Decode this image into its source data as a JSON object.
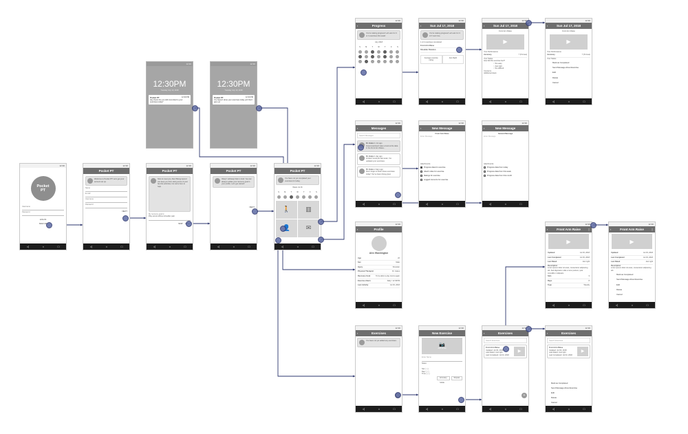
{
  "app": {
    "name": "Pocket PT",
    "time": "12:30PM",
    "date_line": "Tuesday July 10, 2018",
    "status_clock": "12:30"
  },
  "notifications": [
    {
      "title": "Pocket PT",
      "time": "12:30 PM",
      "text": "Hey there! Are you still committed to your exercises today?"
    },
    {
      "title": "Pocket PT",
      "time": "12:30 PM",
      "text": "You haven't done your exercises today yet! Don't give up!"
    }
  ],
  "login": {
    "logo_line1": "Pocket",
    "logo_line2": "PT",
    "username_label": "Username",
    "password_label": "Password",
    "login_button": "LOG IN",
    "signup_button": "SIGN UP"
  },
  "signup": {
    "title": "Pocket PT",
    "bubble": "Welcome to Pocket PT! Let's get your account set up.",
    "fields": [
      "Name",
      "E-mail",
      "Username",
      "Password"
    ],
    "next": "NEXT"
  },
  "intro": {
    "title": "Pocket PT",
    "bubble": "Nice to meet you, Alex! Being injured can keep you from doing some of your favorite activities, but we're here to help.",
    "question_label": "My recovery goal is:",
    "answer": "Play tennis without shoulder pain",
    "skip": "SKIP",
    "next": "NEXT"
  },
  "confirm": {
    "title": "Pocket PT",
    "bubble": "Okay! I will keep that in mind. You can always update your recovery goal in your profile. Let's get started!",
    "next": "NEXT"
  },
  "home": {
    "title": "Pocket PT",
    "bubble": "You have not yet completed your exercises for today.",
    "week_label": "Week Jul 16",
    "days": [
      "S",
      "M",
      "T",
      "W",
      "T",
      "F",
      "S"
    ],
    "tiles": [
      "Progress",
      "Messages",
      "Profile",
      "Exercises"
    ]
  },
  "progress": {
    "title": "Progress",
    "bubble": "You're making progress! Let's aim for 3 or 4 exercises this week!",
    "month": "July 2018",
    "days": [
      "S",
      "M",
      "T",
      "W",
      "T",
      "F",
      "S"
    ]
  },
  "day_detail": {
    "title": "Sun Jul 17, 2018",
    "bubble": "You're making progress! Let's aim for 3 of 3 next time.",
    "summary": "1 of 2 exercises completed",
    "items": [
      "Front Arm Raise",
      "Shoulder Rotation"
    ],
    "avg_label": "Average exercise rating",
    "avg_value": "Just Right"
  },
  "exercise_feedback": {
    "title": "Sun Jul 17, 2018",
    "name": "Front Arm Raise",
    "perf_label": "Your Performance",
    "accuracy_label": "Accuracy",
    "accuracy_value": "7 (5 times)",
    "status_label": "Your Status",
    "feel_label": "How did this exercise feel?",
    "options": [
      "Too easy",
      "Just right",
      "Too difficult"
    ],
    "concerns_label": "Concerns",
    "additional_label": "Additional views"
  },
  "exercise_menu": {
    "title": "Sun Jul 17, 2018",
    "name": "Front Arm Raise",
    "perf_label": "Your Performance",
    "accuracy_label": "Accuracy",
    "accuracy_value": "7 (5 times)",
    "status_label": "Your Status",
    "menu": [
      "Mark as Completed",
      "Send Message About Exercise",
      "Edit",
      "Delete",
      "Cancel"
    ]
  },
  "messages": {
    "title": "Messages",
    "search": "Search Messages",
    "threads": [
      {
        "from": "Dr. Gates",
        "time": "1 min ago",
        "text": "Great exercises! Have a look at the data in the Front Arm Raise..."
      },
      {
        "from": "Dr. Gates",
        "time": "1 day ago",
        "text": "Hi Alex! Good job last week, I've updated your exercises."
      },
      {
        "from": "Dr. Gates",
        "time": "2 days ago",
        "text": "Don't forget to finish these exercises today! You've been doing great."
      }
    ]
  },
  "new_message_1": {
    "title": "New Message",
    "subject": "Front Arm Raise",
    "placeholder": "Enter Message",
    "attach_label": "Attachments",
    "attachments": [
      "Progress data for exercise",
      "Attach video for exercise",
      "Ratings for exercise",
      "Logged concerns for exercise"
    ]
  },
  "new_message_2": {
    "title": "New Message",
    "subject": "General Message",
    "placeholder": "Enter Message",
    "attach_label": "Attachments",
    "attachments": [
      "Progress data from today",
      "Progress data from this week",
      "Progress data from this month"
    ]
  },
  "profile": {
    "title": "Profile",
    "name": "Alex Washington",
    "rows": [
      [
        "Age",
        "22"
      ],
      [
        "Sex",
        "Male"
      ],
      [
        "Injury",
        "Shoulder"
      ],
      [
        "Physical Therapist",
        "Dr. Gates"
      ],
      [
        "Recovery Goal",
        "To be able to play tennis again"
      ],
      [
        "Exercise Alarm",
        "Daily / 12:30PM"
      ],
      [
        "Last Activity",
        "Jul 03, 2018"
      ]
    ]
  },
  "exercises_empty": {
    "title": "Exercises",
    "bubble": "You have not yet added any exercises."
  },
  "new_exercise": {
    "title": "New Exercise",
    "photo_label": "Add Photo",
    "name_placeholder": "Enter Name",
    "notes_label": "Notes",
    "labels": [
      "Set",
      "Rep",
      "Time"
    ],
    "buttons": [
      "Accuracy",
      "Repeat"
    ],
    "save": "SAVE"
  },
  "exercises_list": {
    "title": "Exercises",
    "search": "Search Exercises",
    "card_name": "Front Arm Raise",
    "card_lines": [
      "Updated: Jul 03, 2018",
      "Last Rated: Just right",
      "Last Completed: Jul 03, 2018"
    ]
  },
  "exercises_menu": {
    "title": "Exercises",
    "search": "Search Exercises",
    "card_name": "Front Arm Raise",
    "card_lines": [
      "Updated: Jul 03, 2018",
      "Last Rated: Just right",
      "Last Completed: Jul 03, 2018"
    ],
    "menu": [
      "Mark as Completed",
      "Send Message About Exercise",
      "Edit",
      "Delete",
      "Cancel"
    ]
  },
  "exercise_detail": {
    "title": "Front Arm Raise",
    "rows": [
      [
        "Updated",
        "Jul 03, 2018"
      ],
      [
        "Last Completed",
        "Jul 03, 2018"
      ],
      [
        "Last Rated",
        "Just right"
      ]
    ],
    "desc_label": "Description",
    "desc": "Lorem ipsum dolor sit amet, consectetur adipiscing elit. Sed dignissim nulla a nunc pretium, quis convallis mi aliquam.",
    "stats": [
      [
        "Sets",
        "3"
      ],
      [
        "Reps",
        "8"
      ],
      [
        "Type",
        "Weekly"
      ]
    ]
  },
  "exercise_detail_menu": {
    "title": "Front Arm Raise",
    "rows": [
      [
        "Updated",
        "Jul 03, 2018"
      ],
      [
        "Last Completed",
        "Jul 03, 2018"
      ],
      [
        "Last Rated",
        "Just right"
      ]
    ],
    "desc_label": "Description",
    "desc": "Lorem ipsum dolor sit amet, consectetur adipiscing elit.",
    "menu": [
      "Mark as Completed",
      "Send Message About Exercise",
      "Edit",
      "Delete",
      "Cancel"
    ]
  },
  "nav_icons": [
    "back-triangle-icon",
    "home-circle-icon",
    "recents-square-icon"
  ],
  "colors": {
    "appbar": "#6e6e6e",
    "hotspot": "#5d6aa3",
    "connector": "#2b346d",
    "navbar": "#1d1d1d"
  }
}
